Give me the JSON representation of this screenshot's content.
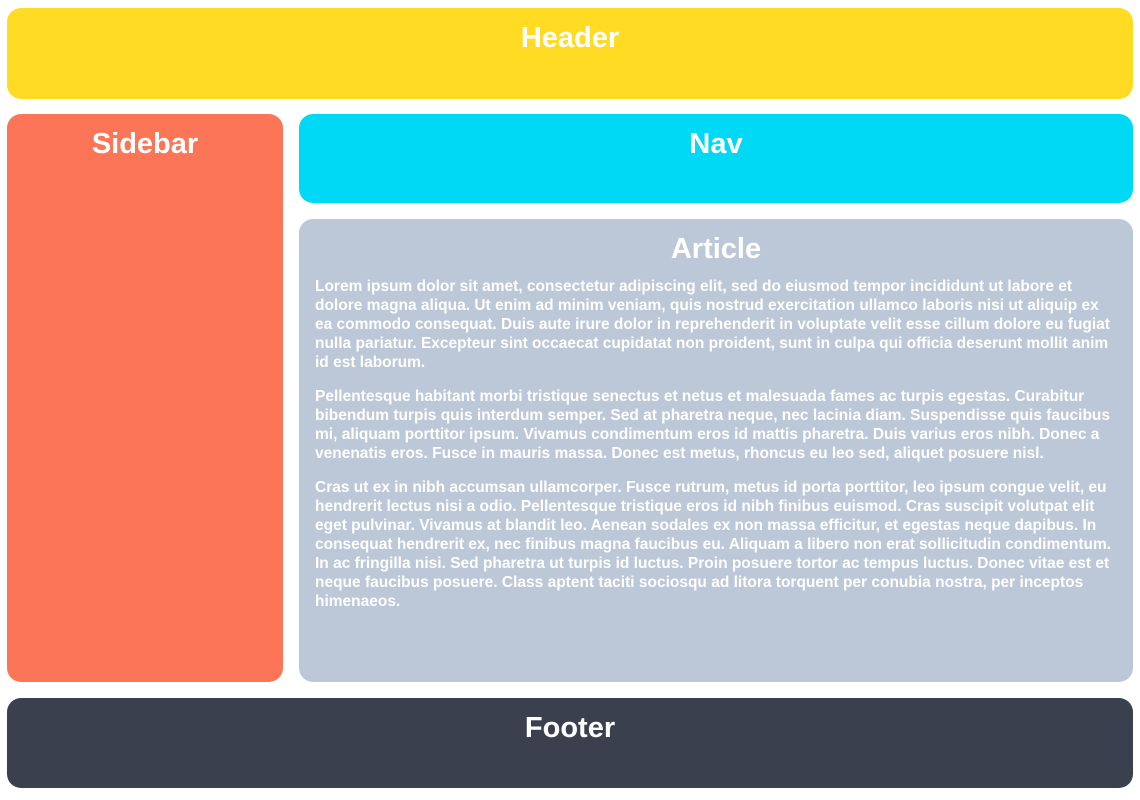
{
  "page": {
    "header": {
      "title": "Header"
    },
    "sidebar": {
      "title": "Sidebar"
    },
    "nav": {
      "title": "Nav"
    },
    "article": {
      "title": "Article",
      "paragraphs": [
        "Lorem ipsum dolor sit amet, consectetur adipiscing elit, sed do eiusmod tempor incididunt ut labore et dolore magna aliqua. Ut enim ad minim veniam, quis nostrud exercitation ullamco laboris nisi ut aliquip ex ea commodo consequat. Duis aute irure dolor in reprehenderit in voluptate velit esse cillum dolore eu fugiat nulla pariatur. Excepteur sint occaecat cupidatat non proident, sunt in culpa qui officia deserunt mollit anim id est laborum.",
        "Pellentesque habitant morbi tristique senectus et netus et malesuada fames ac turpis egestas. Curabitur bibendum turpis quis interdum semper. Sed at pharetra neque, nec lacinia diam. Suspendisse quis faucibus mi, aliquam porttitor ipsum. Vivamus condimentum eros id mattis pharetra. Duis varius eros nibh. Donec a venenatis eros. Fusce in mauris massa. Donec est metus, rhoncus eu leo sed, aliquet posuere nisl.",
        "Cras ut ex in nibh accumsan ullamcorper. Fusce rutrum, metus id porta porttitor, leo ipsum congue velit, eu hendrerit lectus nisi a odio. Pellentesque tristique eros id nibh finibus euismod. Cras suscipit volutpat elit eget pulvinar. Vivamus at blandit leo. Aenean sodales ex non massa efficitur, et egestas neque dapibus. In consequat hendrerit ex, nec finibus magna faucibus eu. Aliquam a libero non erat sollicitudin condimentum. In ac fringilla nisi. Sed pharetra ut turpis id luctus. Proin posuere tortor ac tempus luctus. Donec vitae est et neque faucibus posuere. Class aptent taciti sociosqu ad litora torquent per conubia nostra, per inceptos himenaeos."
      ]
    },
    "footer": {
      "title": "Footer"
    }
  },
  "colors": {
    "header_bg": "#ffdb24",
    "sidebar_bg": "#fc7557",
    "nav_bg": "#00d9f5",
    "article_bg": "#bcc7d7",
    "footer_bg": "#3a404e",
    "text": "#ffffff",
    "page_bg": "#ffffff"
  }
}
